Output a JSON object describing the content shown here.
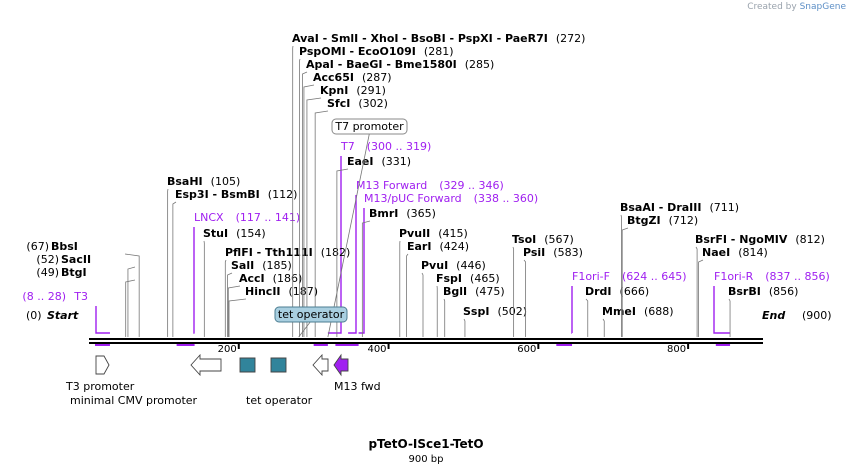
{
  "header": {
    "created_by": "Created by",
    "brand": "SnapGene"
  },
  "map": {
    "name": "pTetO-ISce1-TetO",
    "length_label": "900 bp",
    "start_label": "Start",
    "end_label": "End",
    "start_pos": "(0)",
    "end_pos": "(900)",
    "ticks": [
      {
        "bp": 200,
        "label": "200"
      },
      {
        "bp": 400,
        "label": "400"
      },
      {
        "bp": 600,
        "label": "600"
      },
      {
        "bp": 800,
        "label": "800"
      }
    ],
    "feature_colors": {
      "promoter": "#ffffff",
      "operator": "#31849b",
      "primer_bind": "#a020f0"
    }
  },
  "enzyme_sites": [
    {
      "name": "BtgI",
      "pos": "(49)",
      "bp": 49
    },
    {
      "name": "SacII",
      "pos": "(52)",
      "bp": 52
    },
    {
      "name": "BbsI",
      "pos": "(67)",
      "bp": 67
    },
    {
      "name": "BsaHI",
      "pos": "(105)",
      "bp": 105
    },
    {
      "name": "Esp3I - BsmBI",
      "pos": "(112)",
      "bp": 112
    },
    {
      "name": "StuI",
      "pos": "(154)",
      "bp": 154
    },
    {
      "name": "PflFI - Tth111I",
      "pos": "(182)",
      "bp": 182
    },
    {
      "name": "SalI",
      "pos": "(185)",
      "bp": 185
    },
    {
      "name": "AccI",
      "pos": "(186)",
      "bp": 186
    },
    {
      "name": "HincII",
      "pos": "(187)",
      "bp": 187
    },
    {
      "name": "AvaI - SmlI - XhoI - BsoBI - PspXI - PaeR7I",
      "pos": "(272)",
      "bp": 272
    },
    {
      "name": "PspOMI - EcoO109I",
      "pos": "(281)",
      "bp": 281
    },
    {
      "name": "ApaI - BaeGI - Bme1580I",
      "pos": "(285)",
      "bp": 285
    },
    {
      "name": "Acc65I",
      "pos": "(287)",
      "bp": 287
    },
    {
      "name": "KpnI",
      "pos": "(291)",
      "bp": 291
    },
    {
      "name": "SfcI",
      "pos": "(302)",
      "bp": 302
    },
    {
      "name": "EaeI",
      "pos": "(331)",
      "bp": 331
    },
    {
      "name": "BmrI",
      "pos": "(365)",
      "bp": 365
    },
    {
      "name": "PvuII",
      "pos": "(415)",
      "bp": 415
    },
    {
      "name": "EarI",
      "pos": "(424)",
      "bp": 424
    },
    {
      "name": "PvuI",
      "pos": "(446)",
      "bp": 446
    },
    {
      "name": "FspI",
      "pos": "(465)",
      "bp": 465
    },
    {
      "name": "BglI",
      "pos": "(475)",
      "bp": 475
    },
    {
      "name": "SspI",
      "pos": "(502)",
      "bp": 502
    },
    {
      "name": "TsoI",
      "pos": "(567)",
      "bp": 567
    },
    {
      "name": "PsiI",
      "pos": "(583)",
      "bp": 583
    },
    {
      "name": "DrdI",
      "pos": "(666)",
      "bp": 666
    },
    {
      "name": "MmeI",
      "pos": "(688)",
      "bp": 688
    },
    {
      "name": "BsaAI - DraIII",
      "pos": "(711)",
      "bp": 711
    },
    {
      "name": "BtgZI",
      "pos": "(712)",
      "bp": 712
    },
    {
      "name": "BsrFI - NgoMIV",
      "pos": "(812)",
      "bp": 812
    },
    {
      "name": "NaeI",
      "pos": "(814)",
      "bp": 814
    },
    {
      "name": "BsrBI",
      "pos": "(856)",
      "bp": 856
    }
  ],
  "primers": [
    {
      "name": "T3",
      "range": "(8 .. 28)",
      "start": 8,
      "end": 28
    },
    {
      "name": "LNCX",
      "range": "(117 .. 141)",
      "start": 117,
      "end": 141
    },
    {
      "name": "T7",
      "range": "(300 .. 319)",
      "start": 300,
      "end": 319
    },
    {
      "name": "M13 Forward",
      "range": "(329 .. 346)",
      "start": 329,
      "end": 346
    },
    {
      "name": "M13/pUC Forward",
      "range": "(338 .. 360)",
      "start": 338,
      "end": 360
    },
    {
      "name": "F1ori-F",
      "range": "(624 .. 645)",
      "start": 624,
      "end": 645
    },
    {
      "name": "F1ori-R",
      "range": "(837 .. 856)",
      "start": 837,
      "end": 856
    }
  ],
  "boxed_labels": [
    {
      "name": "T7 promoter",
      "bp": 319
    },
    {
      "name": "tet operator",
      "bp": 280
    }
  ],
  "features": [
    {
      "name": "T3 promoter",
      "type": "promoter",
      "start": 9,
      "end": 27,
      "dir": "right",
      "label": "T3 promoter"
    },
    {
      "name": "minimal CMV promoter",
      "type": "promoter",
      "start": 141,
      "end": 182,
      "dir": "left",
      "label": "minimal CMV promoter"
    },
    {
      "name": "tet operator 1",
      "type": "operator",
      "start": 203,
      "end": 221,
      "dir": "none",
      "label": ""
    },
    {
      "name": "tet operator 2",
      "type": "operator",
      "start": 250,
      "end": 268,
      "dir": "none",
      "label": "tet operator"
    },
    {
      "name": "T7 promoter",
      "type": "promoter",
      "start": 300,
      "end": 319,
      "dir": "left",
      "label": ""
    },
    {
      "name": "M13 fwd",
      "type": "primer_bind",
      "start": 330,
      "end": 346,
      "dir": "left",
      "label": "M13 fwd"
    }
  ]
}
